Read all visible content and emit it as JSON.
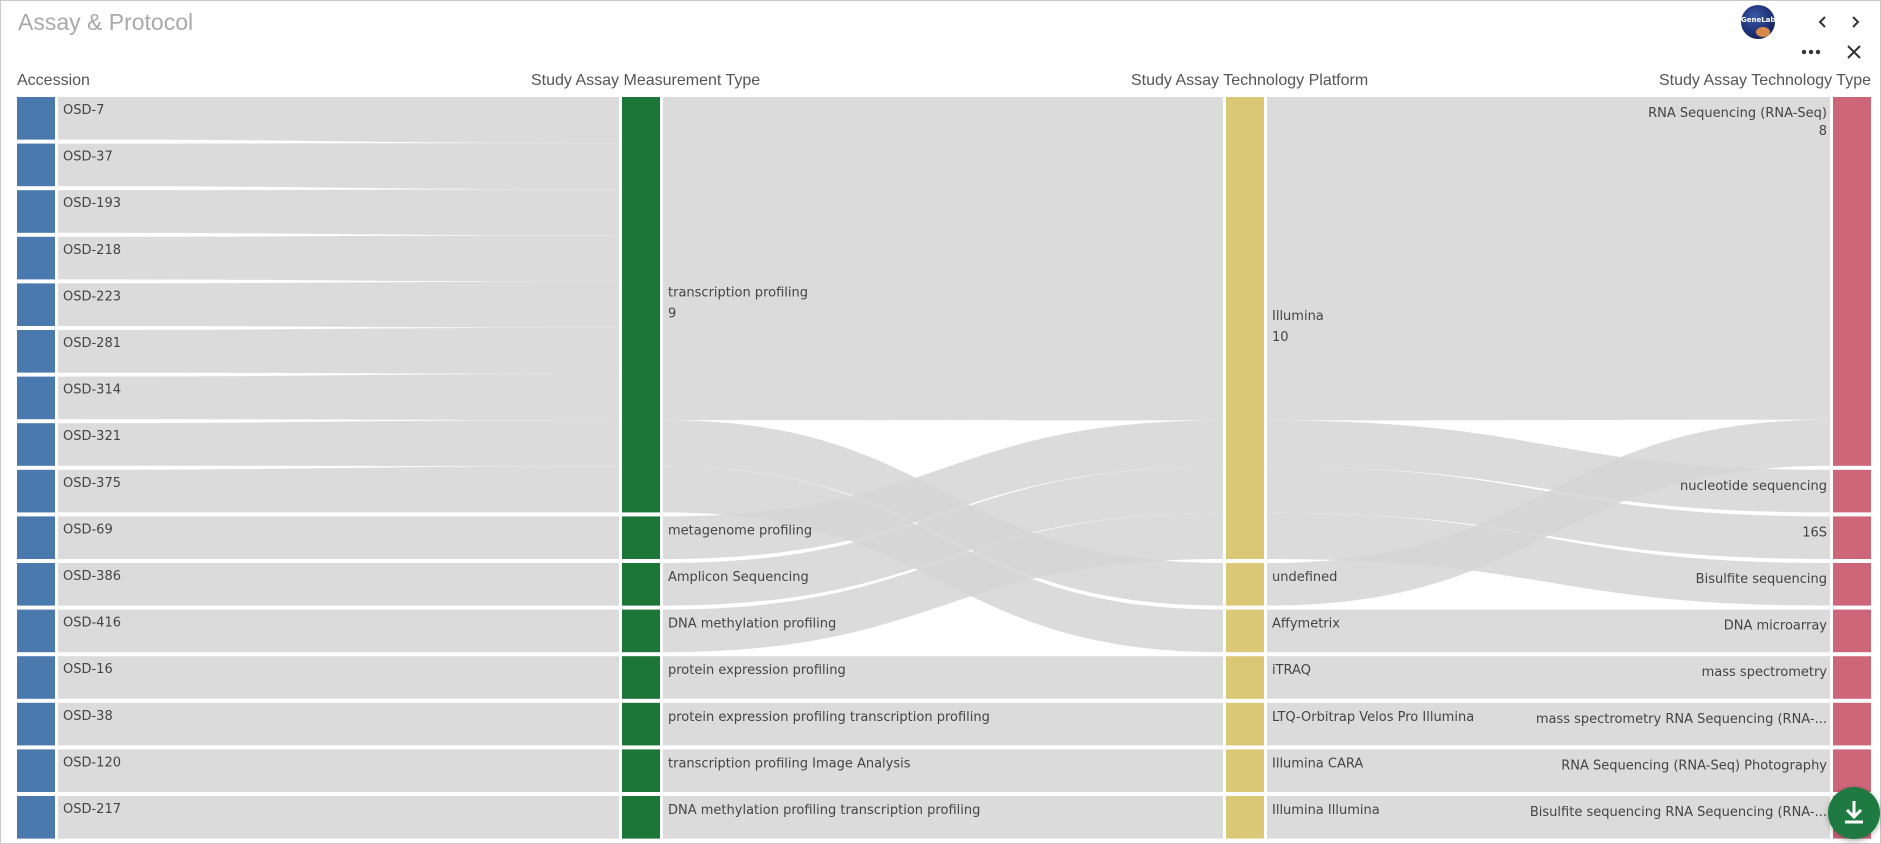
{
  "window": {
    "title": "Assay & Protocol",
    "icons": [
      "chevron-left-icon",
      "chevron-right-icon",
      "more-icon",
      "close-icon",
      "download-icon"
    ],
    "logo_text": "GeneLab"
  },
  "colors": {
    "accession": "#4a79ad",
    "measurement": "#1b7637",
    "platform": "#dbc877",
    "type": "#cd6679",
    "link": "#d5d5d5",
    "download": "#1e7a40"
  },
  "chart_data": {
    "type": "sankey",
    "columns": [
      "Accession",
      "Study Assay Measurement Type",
      "Study Assay Technology Platform",
      "Study Assay Technology Type"
    ],
    "nodes": {
      "accession": [
        {
          "id": "a0",
          "label": "OSD-7"
        },
        {
          "id": "a1",
          "label": "OSD-37"
        },
        {
          "id": "a2",
          "label": "OSD-193"
        },
        {
          "id": "a3",
          "label": "OSD-218"
        },
        {
          "id": "a4",
          "label": "OSD-223"
        },
        {
          "id": "a5",
          "label": "OSD-281"
        },
        {
          "id": "a6",
          "label": "OSD-314"
        },
        {
          "id": "a7",
          "label": "OSD-321"
        },
        {
          "id": "a8",
          "label": "OSD-375"
        },
        {
          "id": "a9",
          "label": "OSD-69"
        },
        {
          "id": "a10",
          "label": "OSD-386"
        },
        {
          "id": "a11",
          "label": "OSD-416"
        },
        {
          "id": "a12",
          "label": "OSD-16"
        },
        {
          "id": "a13",
          "label": "OSD-38"
        },
        {
          "id": "a14",
          "label": "OSD-120"
        },
        {
          "id": "a15",
          "label": "OSD-217"
        }
      ],
      "measurement": [
        {
          "id": "m0",
          "label": "transcription profiling",
          "count": "9"
        },
        {
          "id": "m1",
          "label": "metagenome profiling"
        },
        {
          "id": "m2",
          "label": "Amplicon Sequencing"
        },
        {
          "id": "m3",
          "label": "DNA methylation profiling"
        },
        {
          "id": "m4",
          "label": "protein expression profiling"
        },
        {
          "id": "m5",
          "label": "protein expression profiling",
          "label2": "transcription profiling"
        },
        {
          "id": "m6",
          "label": "transcription profiling",
          "label2": "Image Analysis"
        },
        {
          "id": "m7",
          "label": "DNA methylation profiling",
          "label2": "transcription profiling"
        }
      ],
      "platform": [
        {
          "id": "p0",
          "label": "Illumina",
          "count": "10"
        },
        {
          "id": "p1",
          "label": "undefined"
        },
        {
          "id": "p2",
          "label": "Affymetrix"
        },
        {
          "id": "p3",
          "label": "iTRAQ"
        },
        {
          "id": "p4",
          "label": "LTQ-Orbitrap Velos Pro",
          "label2": "Illumina"
        },
        {
          "id": "p5",
          "label": "Illumina",
          "label2": "CARA"
        },
        {
          "id": "p6",
          "label": "Illumina",
          "label2": "Illumina"
        }
      ],
      "type": [
        {
          "id": "t0",
          "label": "RNA Sequencing (RNA-Seq)",
          "count": "8"
        },
        {
          "id": "t1",
          "label": "nucleotide sequencing"
        },
        {
          "id": "t2",
          "label": "16S"
        },
        {
          "id": "t3",
          "label": "Bisulfite sequencing"
        },
        {
          "id": "t4",
          "label": "DNA microarray"
        },
        {
          "id": "t5",
          "label": "mass spectrometry"
        },
        {
          "id": "t6",
          "label": "mass spectrometry",
          "label2": "RNA Sequencing (RNA-..."
        },
        {
          "id": "t7",
          "label": "RNA Sequencing (RNA-Seq)",
          "label2": "Photography"
        },
        {
          "id": "t8",
          "label": "Bisulfite sequencing",
          "label2": "RNA Sequencing (RNA-..."
        }
      ]
    },
    "links": [
      {
        "source": "a0",
        "target": "m0",
        "value": 1
      },
      {
        "source": "a1",
        "target": "m0",
        "value": 1
      },
      {
        "source": "a2",
        "target": "m0",
        "value": 1
      },
      {
        "source": "a3",
        "target": "m0",
        "value": 1
      },
      {
        "source": "a4",
        "target": "m0",
        "value": 1
      },
      {
        "source": "a5",
        "target": "m0",
        "value": 1
      },
      {
        "source": "a6",
        "target": "m0",
        "value": 1
      },
      {
        "source": "a7",
        "target": "m0",
        "value": 1
      },
      {
        "source": "a8",
        "target": "m0",
        "value": 1
      },
      {
        "source": "a9",
        "target": "m1",
        "value": 1
      },
      {
        "source": "a10",
        "target": "m2",
        "value": 1
      },
      {
        "source": "a11",
        "target": "m3",
        "value": 1
      },
      {
        "source": "a12",
        "target": "m4",
        "value": 1
      },
      {
        "source": "a13",
        "target": "m5",
        "value": 1
      },
      {
        "source": "a14",
        "target": "m6",
        "value": 1
      },
      {
        "source": "a15",
        "target": "m7",
        "value": 1
      },
      {
        "source": "m0",
        "target": "p0",
        "value": 7
      },
      {
        "source": "m0",
        "target": "p1",
        "value": 1
      },
      {
        "source": "m0",
        "target": "p2",
        "value": 1
      },
      {
        "source": "m1",
        "target": "p0",
        "value": 1
      },
      {
        "source": "m2",
        "target": "p0",
        "value": 1
      },
      {
        "source": "m3",
        "target": "p0",
        "value": 1
      },
      {
        "source": "m4",
        "target": "p3",
        "value": 1
      },
      {
        "source": "m5",
        "target": "p4",
        "value": 1
      },
      {
        "source": "m6",
        "target": "p5",
        "value": 1
      },
      {
        "source": "m7",
        "target": "p6",
        "value": 1
      },
      {
        "source": "p0",
        "target": "t0",
        "value": 7
      },
      {
        "source": "p0",
        "target": "t1",
        "value": 1
      },
      {
        "source": "p0",
        "target": "t2",
        "value": 1
      },
      {
        "source": "p0",
        "target": "t3",
        "value": 1
      },
      {
        "source": "p1",
        "target": "t0",
        "value": 1
      },
      {
        "source": "p2",
        "target": "t4",
        "value": 1
      },
      {
        "source": "p3",
        "target": "t5",
        "value": 1
      },
      {
        "source": "p4",
        "target": "t6",
        "value": 1
      },
      {
        "source": "p5",
        "target": "t7",
        "value": 1
      },
      {
        "source": "p6",
        "target": "t8",
        "value": 1
      }
    ]
  }
}
